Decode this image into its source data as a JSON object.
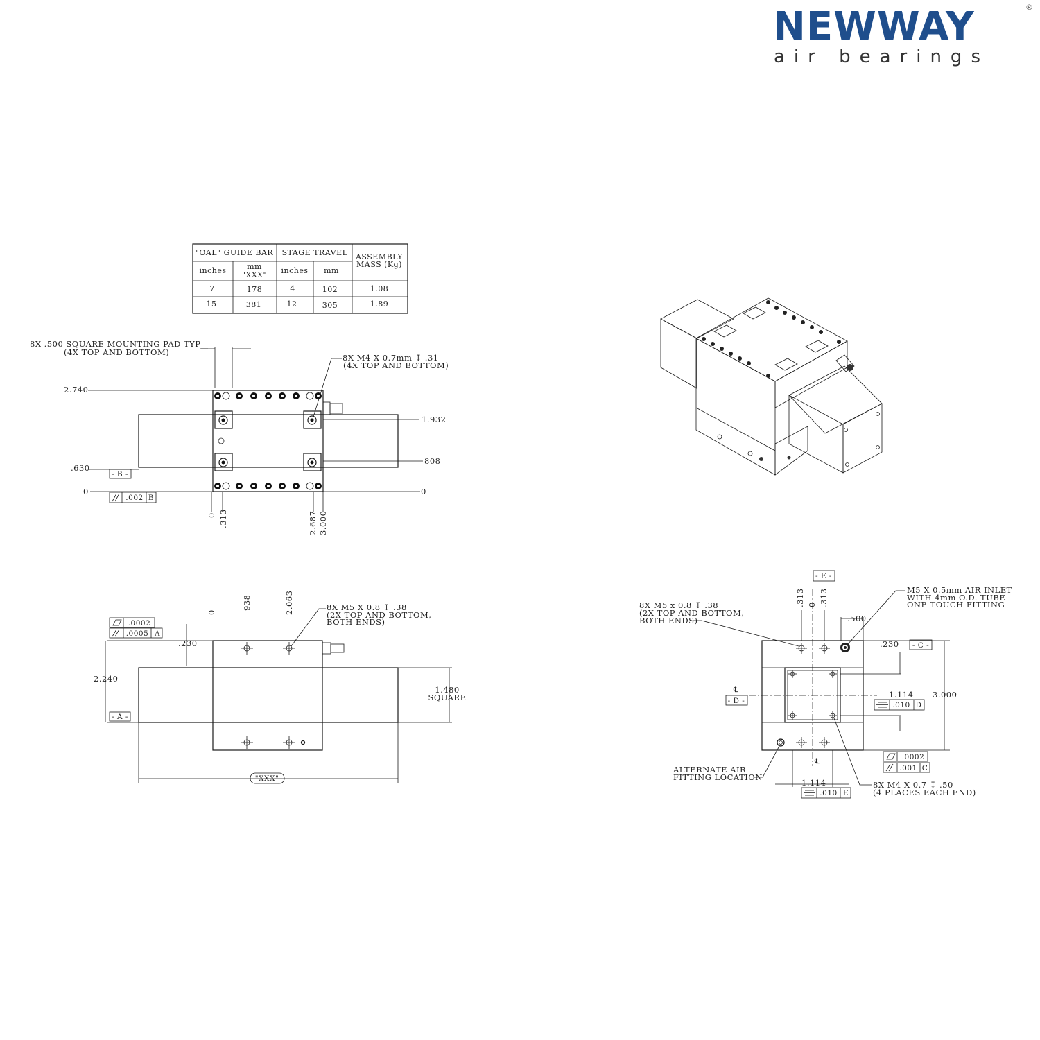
{
  "logo": {
    "brand": "NEWWAY",
    "tagline": "air bearings",
    "registered": "®"
  },
  "table": {
    "group_guide_bar": "\"OAL\" GUIDE BAR",
    "group_stage_travel": "STAGE TRAVEL",
    "assembly_mass_line1": "ASSEMBLY",
    "assembly_mass_line2": "MASS (Kg)",
    "sub_inches": "inches",
    "sub_mm_line1": "mm",
    "sub_mm_line2": "\"XXX\"",
    "sub_travel_inches": "inches",
    "sub_travel_mm": "mm",
    "rows": [
      {
        "oal_in": "7",
        "oal_mm": "178",
        "travel_in": "4",
        "travel_mm": "102",
        "mass": "1.08"
      },
      {
        "oal_in": "15",
        "oal_mm": "381",
        "travel_in": "12",
        "travel_mm": "305",
        "mass": "1.89"
      }
    ]
  },
  "top_view": {
    "pad_note_line1": "8X .500 SQUARE MOUNTING PAD TYP",
    "pad_note_line2": "(4X TOP AND BOTTOM)",
    "thread_note_line1": "8X M4 X 0.7mm ↧ .31",
    "thread_note_line2": "(4X TOP AND BOTTOM)",
    "dim_2740": "2.740",
    "dim_1932": "1.932",
    "dim_808": "808",
    "dim_630": ".630",
    "dim_0_left": "0",
    "dim_0_right": "0",
    "datum_b": "- B -",
    "tol_parallel": ".002",
    "tol_ref": "B",
    "x_0": "0",
    "x_313": ".313",
    "x_2687": "2.687",
    "x_3000": "3.000"
  },
  "side_view": {
    "flat_tol": ".0002",
    "par_tol": ".0005",
    "par_ref": "A",
    "dim_230": ".230",
    "dim_2240": "2.240",
    "datum_a": "- A -",
    "x_0": "0",
    "x_938": "938",
    "x_2063": "2.063",
    "thread_line1": "8X M5 X 0.8 ↧ .38",
    "thread_line2": "(2X TOP AND BOTTOM,",
    "thread_line3": "BOTH ENDS)",
    "square_line1": "1.480",
    "square_line2": "SQUARE",
    "length_label": "\"XXX\""
  },
  "end_view": {
    "datum_e": "- E -",
    "datum_c": "- C -",
    "datum_d": "- D -",
    "centerline": "℄",
    "left_note_line1": "8X M5 x 0.8 ↧ .38",
    "left_note_line2": "(2X TOP AND BOTTOM,",
    "left_note_line3": "BOTH ENDS)",
    "inlet_line1": "M5 X 0.5mm AIR INLET",
    "inlet_line2": "WITH 4mm O.D. TUBE",
    "inlet_line3": "ONE TOUCH FITTING",
    "v_313_left": ".313",
    "v_0": "0",
    "v_313_right": ".313",
    "dim_500": ".500",
    "dim_230": ".230",
    "dim_3000": "3.000",
    "dim_1114_right": "1.114",
    "sym_tol_right": ".010",
    "sym_ref_right": "D",
    "flat_tol": ".0002",
    "par_tol": ".001",
    "par_ref": "C",
    "alt_line1": "ALTERNATE AIR",
    "alt_line2": "FITTING LOCATION",
    "dim_1114_bottom": "1.114",
    "sym_tol_bottom": ".010",
    "sym_ref_bottom": "E",
    "bottom_note_line1": "8X M4 X 0.7 ↧ .50",
    "bottom_note_line2": "(4 PLACES EACH END)"
  },
  "colors": {
    "brand_blue": "#1f4e8c",
    "line": "#1a1a1a",
    "iso_light": "#e6e6e6",
    "iso_mid": "#c8c8c8",
    "iso_dark": "#a9a9a9"
  }
}
